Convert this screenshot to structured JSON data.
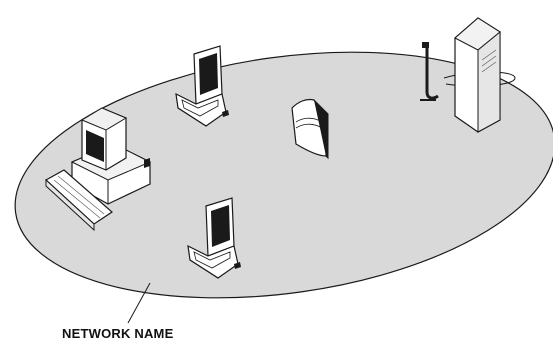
{
  "network": {
    "label": "NETWORK NAME",
    "fill_color": "#d9d9d9",
    "stroke_color": "#1a1a1a"
  },
  "devices": [
    {
      "kind": "laptop",
      "icon": "laptop-icon"
    },
    {
      "kind": "laptop",
      "icon": "laptop-icon"
    },
    {
      "kind": "desktop-computer",
      "icon": "desktop-computer-icon"
    },
    {
      "kind": "wireless-access-point",
      "icon": "access-point-icon"
    },
    {
      "kind": "server-tower",
      "icon": "server-tower-icon"
    },
    {
      "kind": "antenna",
      "icon": "antenna-icon"
    }
  ]
}
